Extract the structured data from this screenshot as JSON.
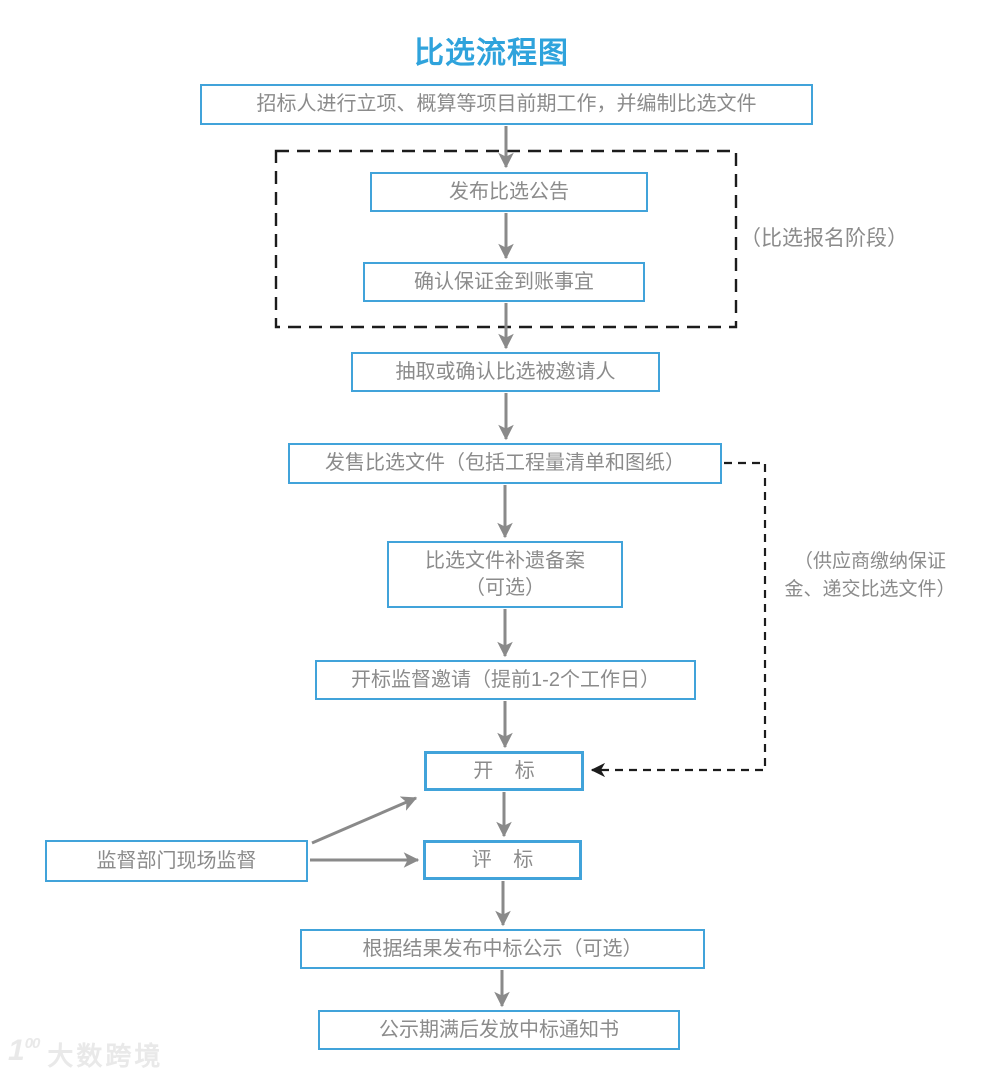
{
  "title": "比选流程图",
  "colors": {
    "accent_blue": "#2fa3dc",
    "box_border_blue": "#41a3da",
    "text_gray": "#8b8b8b",
    "arrow_gray": "#8a8a8a",
    "dashed_black": "#1c1c1c",
    "watermark_gray": "#e9e9e9"
  },
  "nodes": {
    "prep": "招标人进行立项、概算等项目前期工作，并编制比选文件",
    "announcement": "发布比选公告",
    "deposit_confirm": "确认保证金到账事宜",
    "invitees": "抽取或确认比选被邀请人",
    "sell_docs": "发售比选文件（包括工程量清单和图纸）",
    "supplement_line1": "比选文件补遗备案",
    "supplement_line2": "（可选）",
    "supervision_invite": "开标监督邀请（提前1-2个工作日）",
    "bid_opening": "开 标",
    "bid_evaluation": "评 标",
    "onsite_supervision": "监督部门现场监督",
    "award_publicity": "根据结果发布中标公示（可选）",
    "award_notice": "公示期满后发放中标通知书"
  },
  "annotations": {
    "stage_note": "（比选报名阶段）",
    "supplier_note_line1": "（供应商缴纳保证",
    "supplier_note_line2": "金、递交比选文件）"
  },
  "watermark": {
    "logo_one": "1",
    "logo_zeros": "00",
    "brand": "大数跨境"
  }
}
